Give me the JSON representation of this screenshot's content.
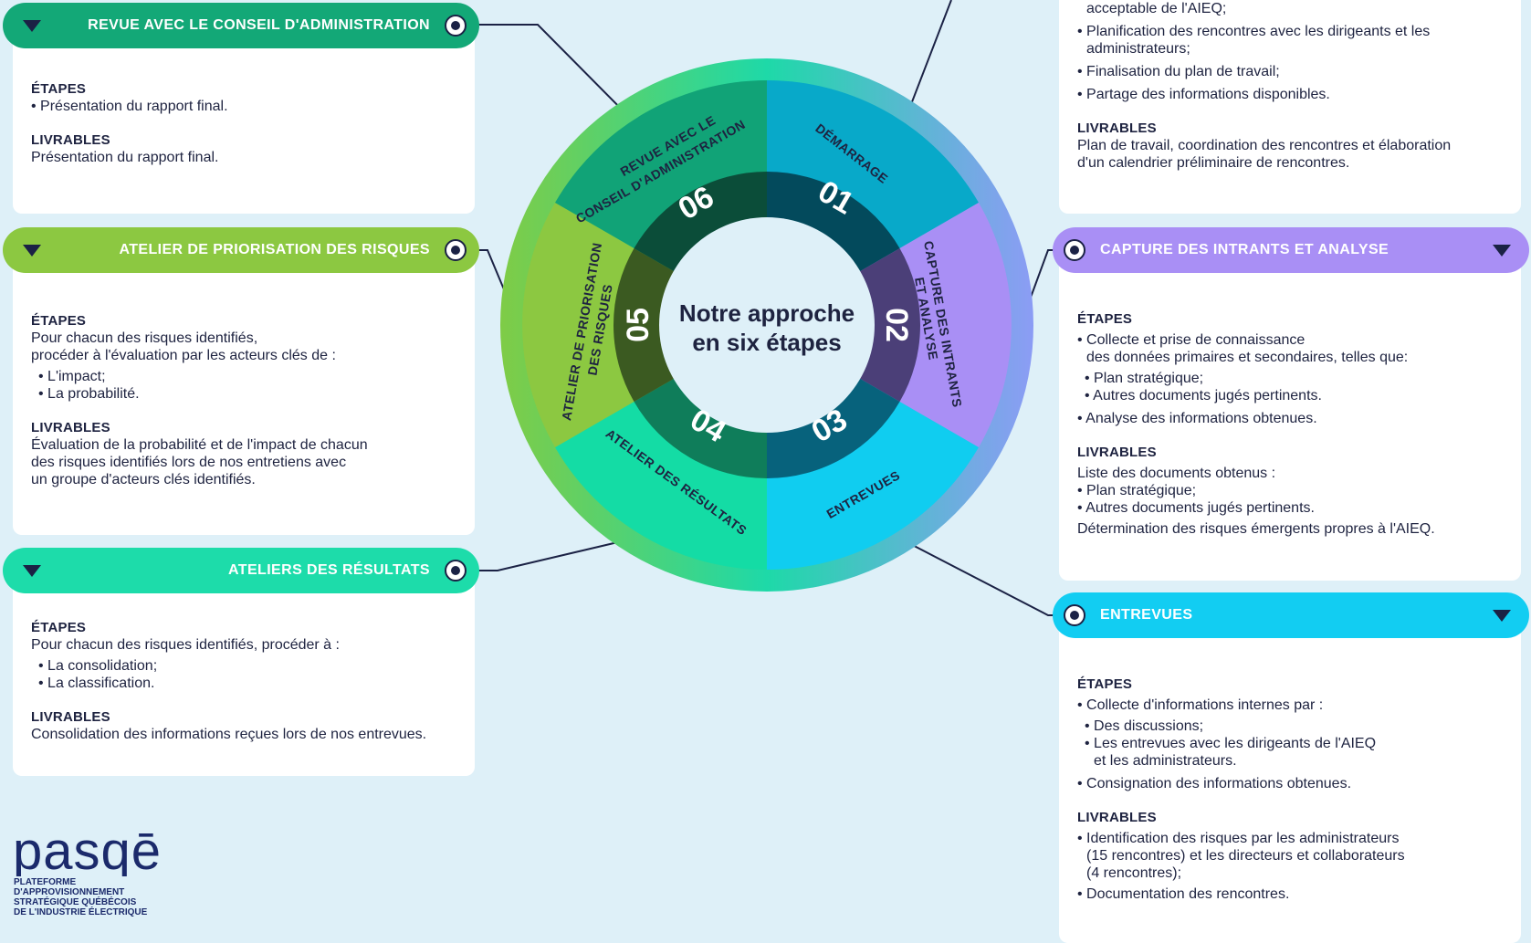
{
  "wheel": {
    "center_line1": "Notre approche",
    "center_line2": "en six étapes",
    "segments": [
      {
        "number": "01",
        "label_line1": "DÉMARRAGE",
        "label_line2": ""
      },
      {
        "number": "02",
        "label_line1": "CAPTURE DES INTRANTS",
        "label_line2": "ET ANALYSE"
      },
      {
        "number": "03",
        "label_line1": "ENTREVUES",
        "label_line2": ""
      },
      {
        "number": "04",
        "label_line1": "ATELIER DES RÉSULTATS",
        "label_line2": ""
      },
      {
        "number": "05",
        "label_line1": "ATELIER DE PRIORISATION",
        "label_line2": "DES RISQUES"
      },
      {
        "number": "06",
        "label_line1": "REVUE AVEC LE",
        "label_line2": "CONSEIL D'ADMINISTRATION"
      }
    ]
  },
  "left_panels": [
    {
      "title": "REVUE AVEC LE CONSEIL D'ADMINISTRATION",
      "color": "#13a877",
      "etapes_heading": "ÉTAPES",
      "etapes_text": "• Présentation du rapport final.",
      "livrables_heading": "LIVRABLES",
      "livrables_text": "Présentation du rapport final."
    },
    {
      "title": "ATELIER DE PRIORISATION DES RISQUES",
      "color": "#8cc841",
      "etapes_heading": "ÉTAPES",
      "etapes_line1": "Pour chacun des risques identifiés,",
      "etapes_line2": "procéder à l'évaluation par les acteurs clés de :",
      "etapes_items": [
        "• L'impact;",
        "• La probabilité."
      ],
      "livrables_heading": "LIVRABLES",
      "livrables_lines": [
        "Évaluation de la probabilité et de l'impact de chacun",
        "des risques identifiés lors de nos entretiens avec",
        "un groupe d'acteurs clés identifiés."
      ]
    },
    {
      "title": "ATELIERS DES RÉSULTATS",
      "color": "#1ddcaa",
      "etapes_heading": "ÉTAPES",
      "etapes_line1": "Pour chacun des risques identifiés, procéder à :",
      "etapes_items": [
        "• La consolidation;",
        "• La classification."
      ],
      "livrables_heading": "LIVRABLES",
      "livrables_text": "Consolidation des informations reçues lors de nos entrevues."
    }
  ],
  "right_panels": [
    {
      "title": "",
      "etapes_items": [
        "acceptable de l'AIEQ;",
        "• Planification des rencontres avec les dirigeants et les",
        "administrateurs;",
        "• Finalisation du plan de travail;",
        "• Partage des informations disponibles."
      ],
      "livrables_heading": "LIVRABLES",
      "livrables_lines": [
        "Plan de travail, coordination des rencontres et élaboration",
        "d'un calendrier préliminaire de rencontres."
      ]
    },
    {
      "title": "CAPTURE DES INTRANTS ET ANALYSE",
      "color": "#a98ff5",
      "etapes_heading": "ÉTAPES",
      "etapes_lines": [
        "• Collecte et prise de connaissance",
        "des données primaires et secondaires, telles que:",
        "• Plan stratégique;",
        "• Autres documents jugés pertinents.",
        "• Analyse des informations obtenues."
      ],
      "livrables_heading": "LIVRABLES",
      "livrables_lines": [
        "Liste des documents obtenus :",
        "• Plan stratégique;",
        "• Autres documents jugés pertinents.",
        "Détermination des risques émergents propres à l'AIEQ."
      ]
    },
    {
      "title": "ENTREVUES",
      "color": "#12cdf2",
      "etapes_heading": "ÉTAPES",
      "etapes_lines": [
        "• Collecte d'informations internes par :",
        "• Des discussions;",
        "• Les entrevues avec les dirigeants de l'AIEQ",
        "et les administrateurs.",
        "• Consignation des informations obtenues."
      ],
      "livrables_heading": "LIVRABLES",
      "livrables_lines": [
        "• Identification des risques par les administrateurs",
        "(15 rencontres) et les directeurs et collaborateurs",
        "(4 rencontres);",
        "• Documentation des rencontres."
      ]
    }
  ],
  "logo": {
    "wordmark": "pasqē",
    "subtitle_lines": [
      "PLATEFORME",
      "D'APPROVISIONNEMENT",
      "STRATÉGIQUE QUÉBÉCOIS",
      "DE L'INDUSTRIE ÉLECTRIQUE"
    ]
  }
}
